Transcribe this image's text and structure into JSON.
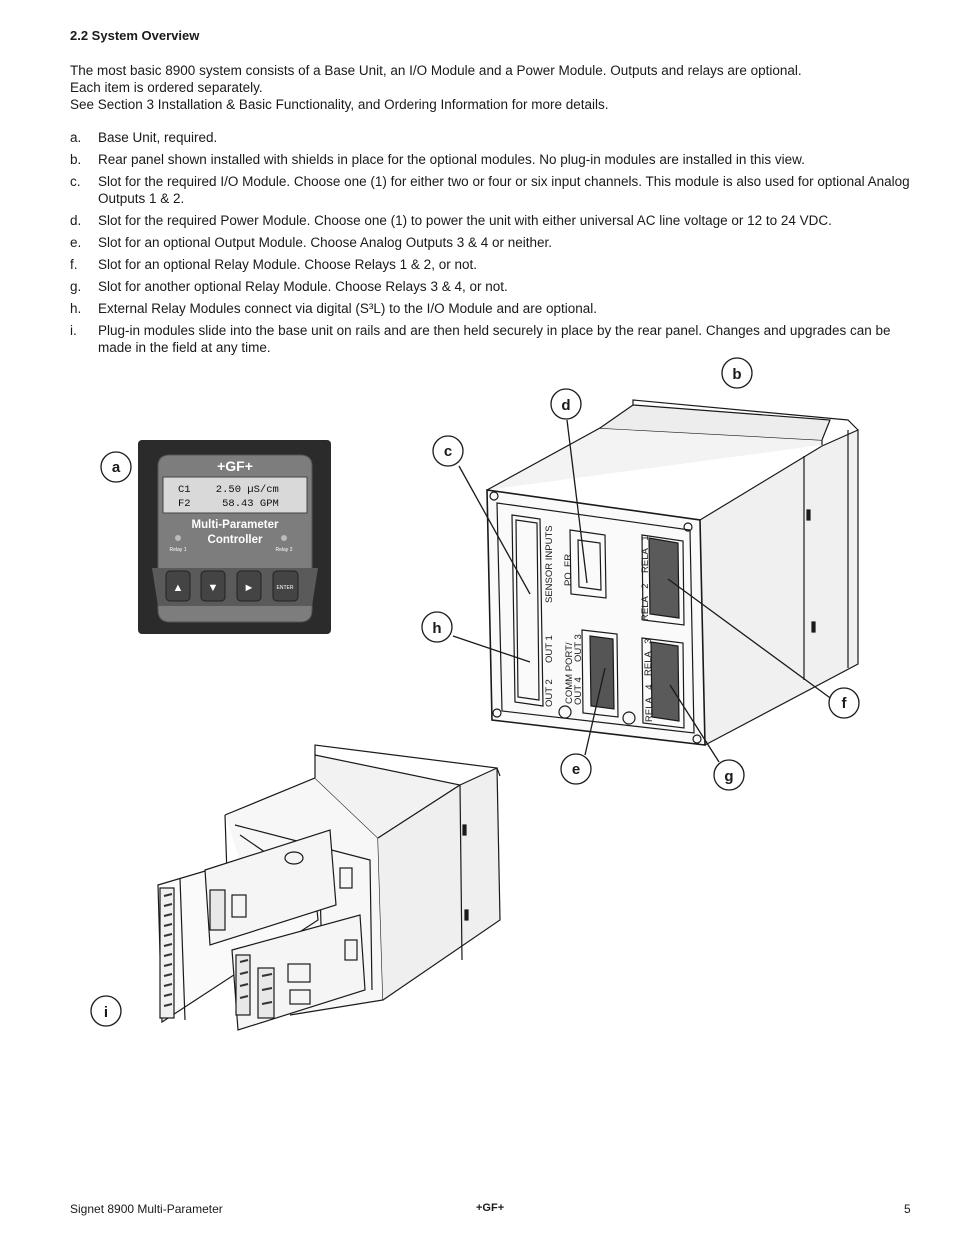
{
  "section": {
    "heading": "2.2  System Overview"
  },
  "intro": [
    "The most basic 8900 system consists of a Base Unit, an I/O Module and a Power Module.  Outputs and relays are optional.",
    "Each item is ordered separately.",
    "See Section 3 Installation & Basic Functionality, and Ordering Information for more details."
  ],
  "items": [
    {
      "letter": "a.",
      "text": "Base Unit, required."
    },
    {
      "letter": "b.",
      "text": "Rear panel shown installed with shields in place for the optional modules.  No plug-in modules are installed in this view."
    },
    {
      "letter": "c.",
      "text": "Slot for the required I/O Module.  Choose one (1) for either two or four or six input channels.  This module is also used for optional Analog Outputs 1 & 2."
    },
    {
      "letter": "d.",
      "text": "Slot for the required Power Module.  Choose one (1) to power the unit with either universal AC line voltage or 12 to 24 VDC."
    },
    {
      "letter": "e.",
      "text": "Slot for an optional Output Module.  Choose Analog Outputs 3 & 4 or neither."
    },
    {
      "letter": "f.",
      "text": "Slot for an optional Relay Module.  Choose Relays 1 & 2, or not."
    },
    {
      "letter": "g.",
      "text": "Slot for another optional Relay Module.  Choose Relays 3 & 4, or not."
    },
    {
      "letter": "h.",
      "text": "External Relay Modules connect via digital (S³L) to the I/O Module and are optional."
    },
    {
      "letter": "i.",
      "text": "Plug-in modules slide into the base unit on rails and are then held securely in place by the rear panel.  Changes and upgrades can be made in the field at any time."
    }
  ],
  "figure": {
    "callouts": {
      "a": "a",
      "b": "b",
      "c": "c",
      "d": "d",
      "e": "e",
      "f": "f",
      "g": "g",
      "h": "h",
      "i": "i"
    },
    "controller": {
      "logo": "+GF+",
      "display_line1": "C1    2.50 µS/cm",
      "display_line2": "F2     58.43 GPM",
      "name_line1": "Multi-Parameter",
      "name_line2": "Controller",
      "relay1": "Relay 1",
      "relay2": "Relay 2",
      "up_key": "▲",
      "down_key": "▼",
      "right_key": "►",
      "enter_key": "ENTER"
    },
    "panel_labels": {
      "sensor_inputs": "SENSOR INPUTS",
      "power": "PO  ER",
      "out1": "OUT 1",
      "out2": "OUT 2",
      "comm_port": "COMM PORT/",
      "out3": "OUT 3",
      "out4": "OUT 4",
      "relay1": "RELA   1",
      "relay2": "RELA   2",
      "relay3": "RELA   3",
      "relay4": "RELA   4"
    }
  },
  "footer": {
    "product": "Signet 8900 Multi-Parameter",
    "logo": "+GF+",
    "page": "5"
  }
}
